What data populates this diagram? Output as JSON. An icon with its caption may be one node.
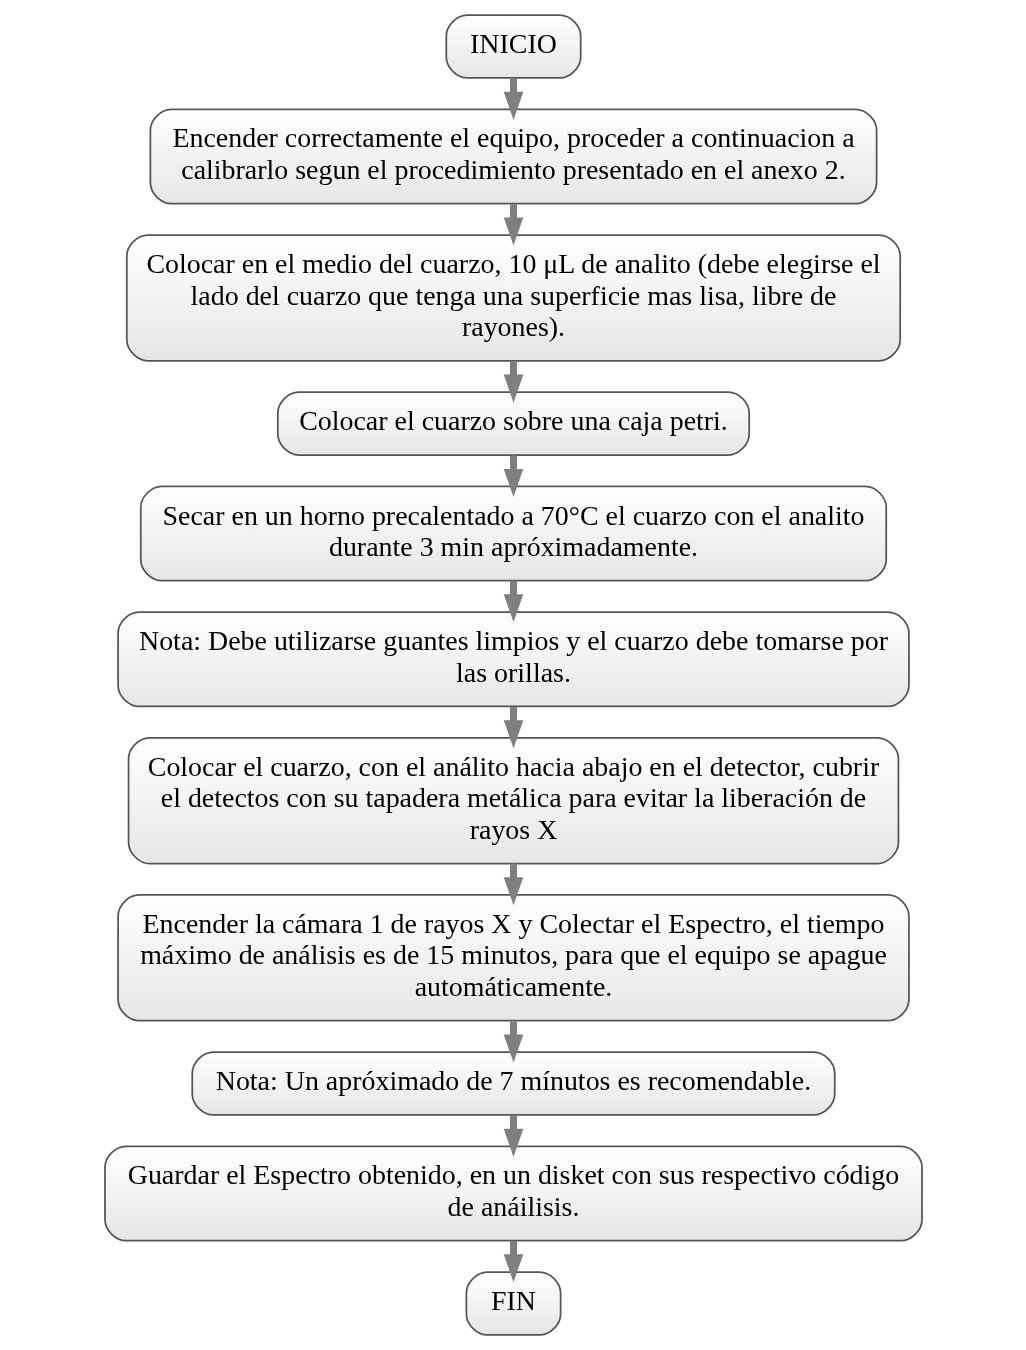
{
  "diagram": {
    "nodes": [
      {
        "text": [
          "INICIO"
        ]
      },
      {
        "text": [
          "Encender correctamente el equipo, proceder a continuacion a calibrarlo segun el procedimiento presentado en el anexo 2."
        ]
      },
      {
        "text": [
          "Colocar en el medio del cuarzo, 10 μL de analito (debe elegirse el lado del cuarzo que tenga una superficie mas lisa, libre de rayones)."
        ]
      },
      {
        "text": [
          "Colocar el cuarzo sobre una caja petri."
        ]
      },
      {
        "text": [
          "Secar en un horno precalentado a 70°C el cuarzo con el analito durante 3 min apróximadamente."
        ]
      },
      {
        "text": [
          "Nota: Debe utilizarse guantes limpios y el cuarzo debe tomarse por las orillas."
        ]
      },
      {
        "text": [
          "Colocar el cuarzo, con el análito hacia abajo en el detector, cubrir el detectos con su tapadera metálica para evitar la liberación de rayos X"
        ]
      },
      {
        "text": [
          "Encender la cámara 1 de rayos X y Colectar el Espectro, el tiempo máximo de análisis es de 15 minutos, para que el equipo se apague automáticamente."
        ]
      },
      {
        "text": [
          "Nota: Un apróximado de 7 mínutos es recomendable."
        ]
      },
      {
        "text": [
          "Guardar el Espectro obtenido, en un disket con sus respectivo código de anáilisis."
        ]
      },
      {
        "text": [
          "FIN"
        ]
      }
    ],
    "edges": [
      {
        "from": 0,
        "to": 1,
        "arrow": "to"
      },
      {
        "from": 1,
        "to": 2,
        "arrow": "to"
      },
      {
        "from": 2,
        "to": 3,
        "arrow": "to"
      },
      {
        "from": 3,
        "to": 4,
        "arrow": "to"
      },
      {
        "from": 4,
        "to": 5,
        "arrow": "to"
      },
      {
        "from": 5,
        "to": 6,
        "arrow": "to"
      },
      {
        "from": 6,
        "to": 7,
        "arrow": "to"
      },
      {
        "from": 7,
        "to": 8,
        "arrow": "to"
      },
      {
        "from": 8,
        "to": 9,
        "arrow": "to"
      },
      {
        "from": 9,
        "to": 10,
        "arrow": "to"
      }
    ]
  }
}
